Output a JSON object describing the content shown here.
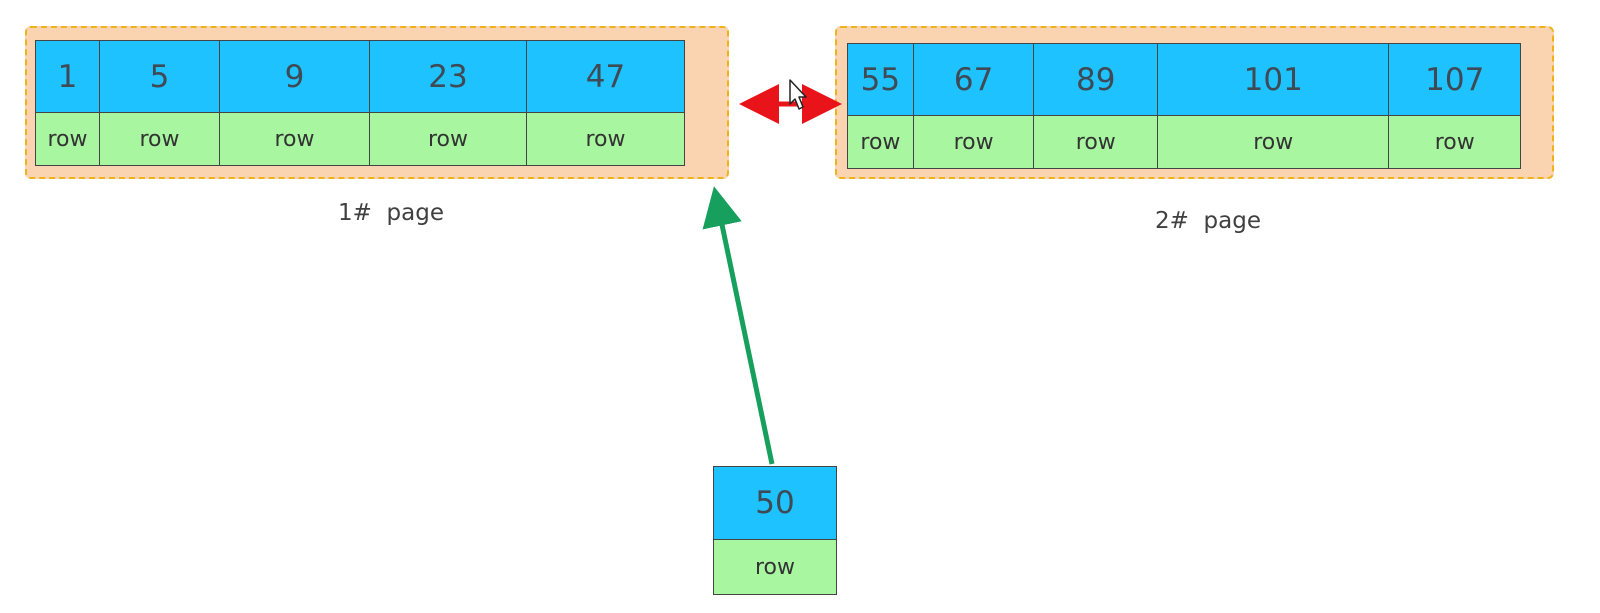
{
  "pages": [
    {
      "label": "1#  page",
      "cells": [
        {
          "key": "1",
          "row": "row"
        },
        {
          "key": "5",
          "row": "row"
        },
        {
          "key": "9",
          "row": "row"
        },
        {
          "key": "23",
          "row": "row"
        },
        {
          "key": "47",
          "row": "row"
        }
      ]
    },
    {
      "label": "2#  page",
      "cells": [
        {
          "key": "55",
          "row": "row"
        },
        {
          "key": "67",
          "row": "row"
        },
        {
          "key": "89",
          "row": "row"
        },
        {
          "key": "101",
          "row": "row"
        },
        {
          "key": "107",
          "row": "row"
        }
      ]
    }
  ],
  "new_record": {
    "key": "50",
    "row": "row"
  },
  "colors": {
    "key_cell": "#1ec2ff",
    "row_cell": "#a8f7a0",
    "page_frame": "#fad3b0",
    "frame_border": "#f0b21a",
    "link_arrow": "#e8141a",
    "insert_arrow": "#17a05d"
  }
}
